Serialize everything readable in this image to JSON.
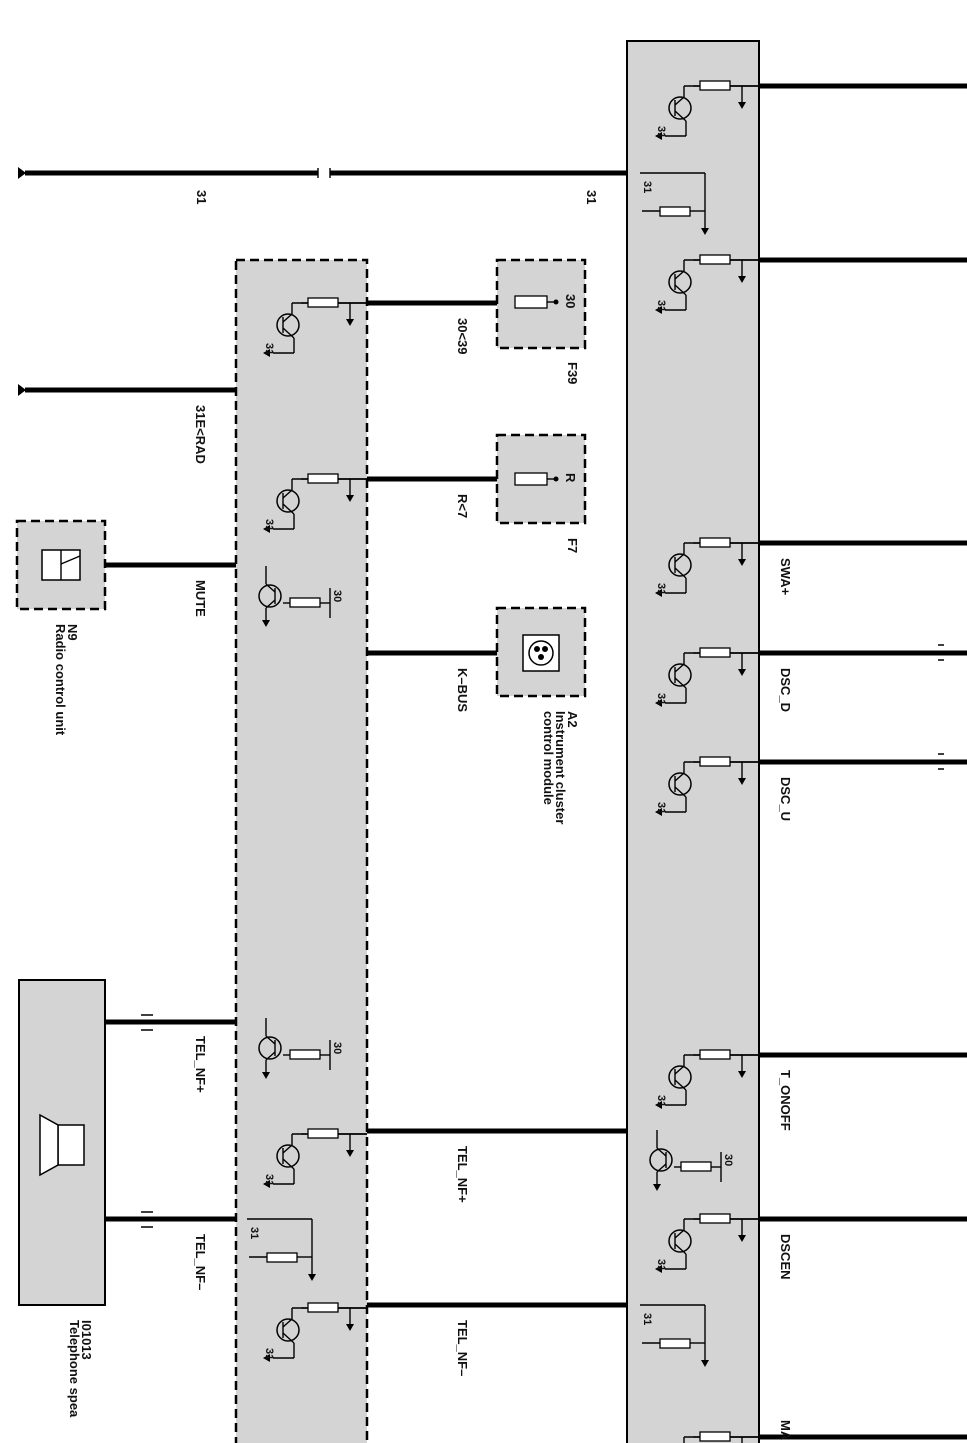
{
  "labels": {
    "ground_left": "31",
    "ground_right": "31",
    "fuse_wire": "30<39",
    "fuse_id": "F39",
    "fuse_pin": "30",
    "ground_rad": "31E<RAD",
    "relay_wire": "R<7",
    "relay_id": "F7",
    "relay_pin": "R",
    "mute": "MUTE",
    "kbus": "K–BUS",
    "radio_id": "N9",
    "radio_name": "Radio control unit",
    "cluster_id": "A2",
    "cluster_name_1": "Instrument cluster",
    "cluster_name_2": "control module",
    "tel_nf_plus_left": "TEL_NF+",
    "tel_nf_minus_left": "TEL_NF–",
    "tel_nf_plus_mid": "TEL_NF+",
    "tel_nf_minus_mid": "TEL_NF–",
    "speaker_id": "I01013",
    "speaker_name": "Telephone spea",
    "swa": "SWA+",
    "dsc_d": "DSC_D",
    "dsc_u": "DSC_U",
    "t_onoff": "T_ONOFF",
    "dscen": "DSCEN",
    "ma": "MA",
    "pin_31": "31",
    "pin_30": "30"
  }
}
